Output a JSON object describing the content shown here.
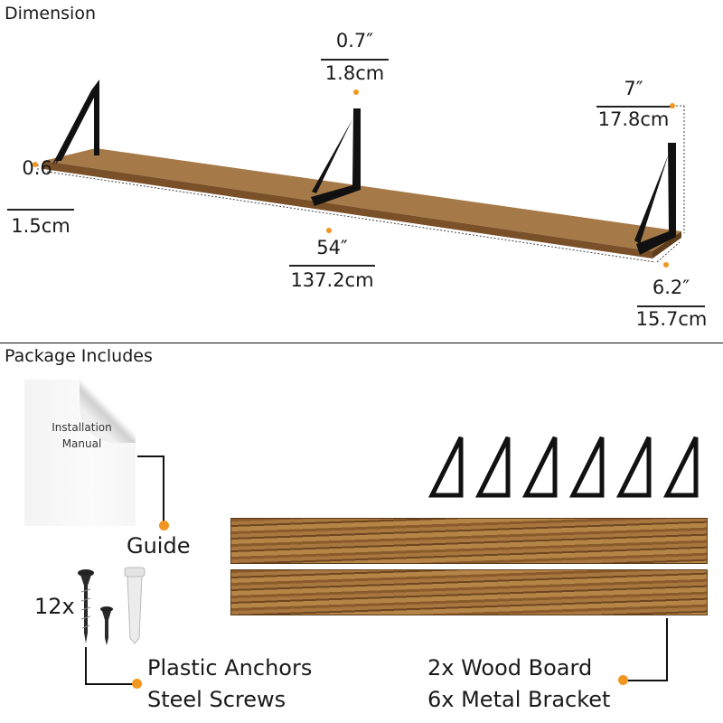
{
  "sections": {
    "dimension": "Dimension",
    "package": "Package Includes"
  },
  "dimensions": {
    "bracket_thickness": {
      "in": "0.7″",
      "cm": "1.8cm"
    },
    "depth": {
      "in": "7″",
      "cm": "17.8cm"
    },
    "board_thickness": {
      "in": "0.6″",
      "cm": "1.5cm"
    },
    "length": {
      "in": "54″",
      "cm": "137.2cm"
    },
    "height": {
      "in": "6.2″",
      "cm": "15.7cm"
    }
  },
  "package": {
    "manual_line1": "Installation",
    "manual_line2": "Manual",
    "guide": "Guide",
    "screw_count": "12x",
    "anchors": "Plastic Anchors",
    "screws": "Steel Screws",
    "boards": "2x Wood Board",
    "brackets": "6x Metal Bracket"
  },
  "colors": {
    "accent": "#f2961f",
    "wood": "#9a6a35",
    "metal": "#111111"
  }
}
